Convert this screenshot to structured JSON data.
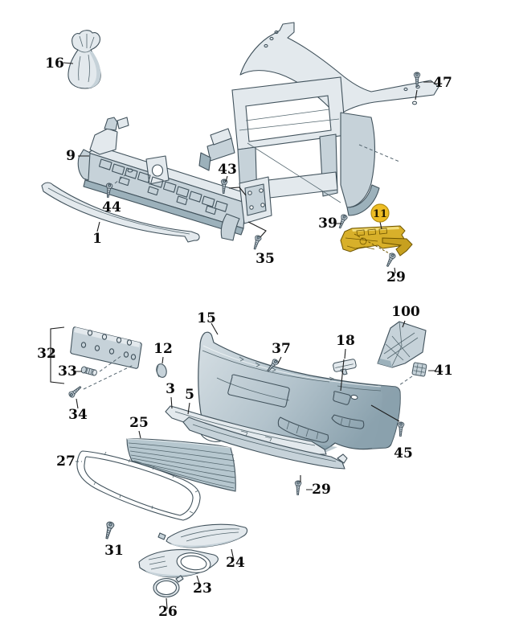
{
  "diagram_title": "front-bumper-exploded-parts-diagram",
  "colors": {
    "background": "#ffffff",
    "outline": "#41525c",
    "part_light": "#e3e9ed",
    "part_mid": "#c6d2d9",
    "part_dark": "#9cb1bb",
    "bumper_deep": "#7e97a4",
    "highlight_badge": "#eebd24",
    "highlight_part": "#d8b02a",
    "highlight_outline": "#6e5500",
    "label_color": "#0b0b0b"
  },
  "parts": [
    {
      "number": "16",
      "name": "protective-cover-bag"
    },
    {
      "number": "47",
      "name": "bolt-lock-carrier"
    },
    {
      "number": "9",
      "name": "bumper-impact-beam"
    },
    {
      "number": "44",
      "name": "screw-beam"
    },
    {
      "number": "43",
      "name": "screw-beam-bracket"
    },
    {
      "number": "1",
      "name": "lower-trim-strip"
    },
    {
      "number": "35",
      "name": "screw-beam-right"
    },
    {
      "number": "39",
      "name": "screw-bracket"
    },
    {
      "number": "11",
      "name": "headlight-mounting-bracket-highlighted"
    },
    {
      "number": "29",
      "name": "screw-bracket-lower"
    },
    {
      "number": "100",
      "name": "side-support-bracket"
    },
    {
      "number": "15",
      "name": "bumper-cover"
    },
    {
      "number": "32",
      "name": "license-plate-holder"
    },
    {
      "number": "33",
      "name": "bolt-plate-holder"
    },
    {
      "number": "12",
      "name": "cap"
    },
    {
      "number": "37",
      "name": "screw-bumper-top"
    },
    {
      "number": "18",
      "name": "washer-nozzle-cover"
    },
    {
      "number": "41",
      "name": "expansion-nut"
    },
    {
      "number": "34",
      "name": "screw-plate-holder"
    },
    {
      "number": "3",
      "name": "spoiler-strip-upper"
    },
    {
      "number": "5",
      "name": "spoiler-strip-lower"
    },
    {
      "number": "25",
      "name": "center-grille"
    },
    {
      "number": "45",
      "name": "screw-bumper-side"
    },
    {
      "number": "27",
      "name": "grille-frame"
    },
    {
      "number": "29",
      "name": "screw-spoiler"
    },
    {
      "number": "31",
      "name": "screw-grille"
    },
    {
      "number": "24",
      "name": "fog-trim-strip"
    },
    {
      "number": "23",
      "name": "fog-light-grille"
    },
    {
      "number": "26",
      "name": "fog-light-trim-ring"
    }
  ]
}
